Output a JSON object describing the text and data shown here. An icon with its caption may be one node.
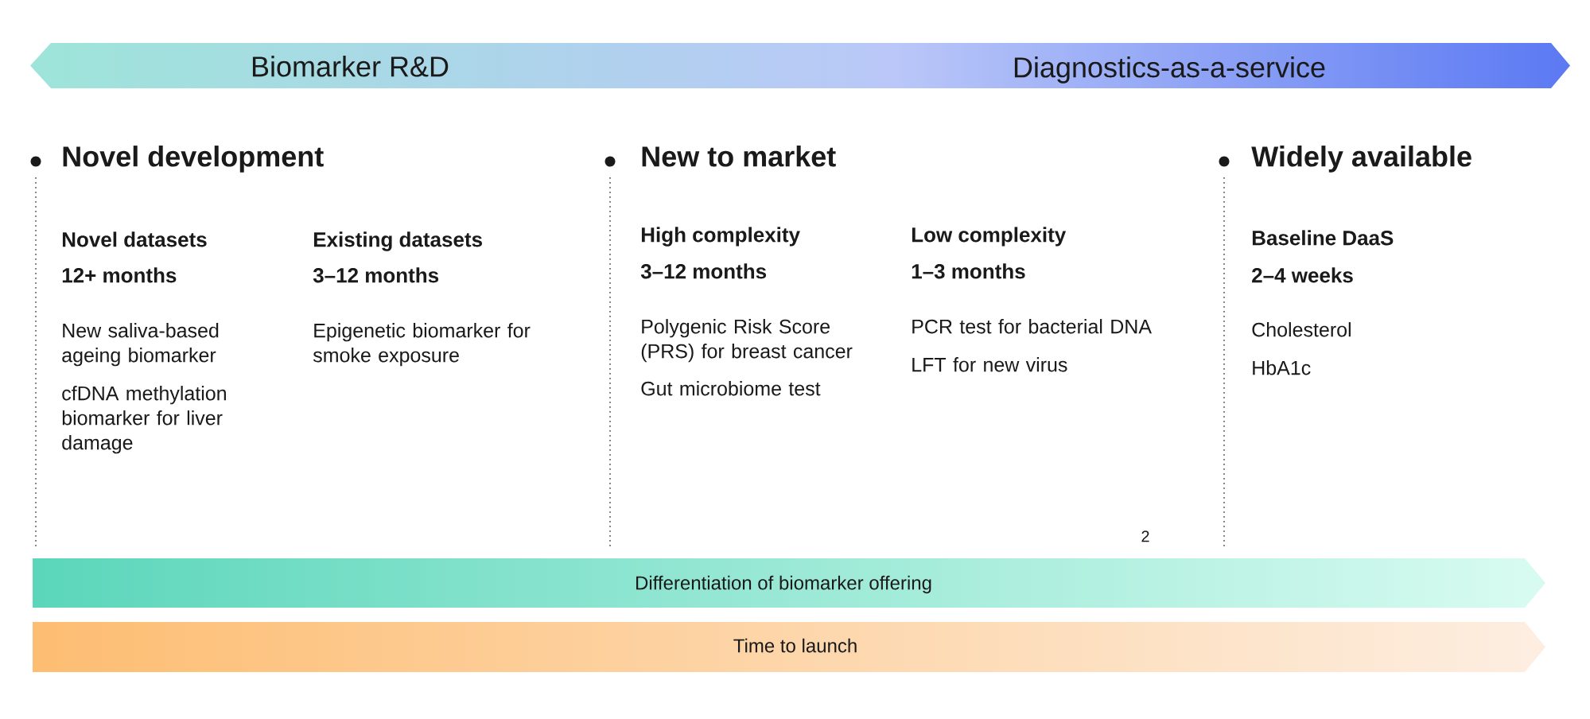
{
  "diagram": {
    "nodes": [
      {
        "text": [
          "Biomarker R&D",
          "Diagnostics-as-a-service"
        ]
      },
      {
        "text": [
          "Differentiation of biomarker offering"
        ]
      },
      {
        "text": [
          "Time to launch"
        ]
      }
    ],
    "labels": [
      "Novel development",
      "Novel datasets",
      "12+ months",
      "New saliva-based ageing biomarker",
      "cfDNA methylation biomarker for liver damage",
      "Existing datasets",
      "3–12 months",
      "Epigenetic biomarker for smoke exposure",
      "New to market",
      "High complexity",
      "3–12 months",
      "Polygenic Risk Score (PRS) for breast cancer",
      "Gut microbiome test",
      "Low complexity",
      "1–3 months",
      "PCR test for bacterial DNA",
      "LFT for new virus",
      "2",
      "Widely available",
      "Baseline DaaS",
      "2–4 weeks",
      "Cholesterol",
      "HbA1c"
    ]
  }
}
